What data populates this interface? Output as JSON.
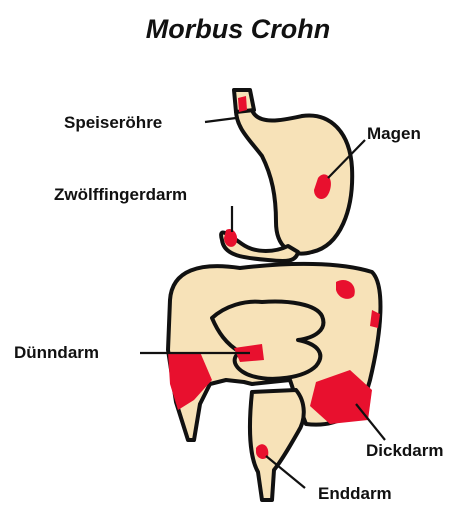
{
  "title": "Morbus Crohn",
  "labels": {
    "speiseroehre": "Speiseröhre",
    "magen": "Magen",
    "zwoelffingerdarm": "Zwölffingerdarm",
    "duenndarm": "Dünndarm",
    "dickdarm": "Dickdarm",
    "enddarm": "Enddarm"
  },
  "colors": {
    "organ_fill": "#f7e2b8",
    "outline": "#111111",
    "inflammation": "#e8102e",
    "background": "#ffffff"
  }
}
